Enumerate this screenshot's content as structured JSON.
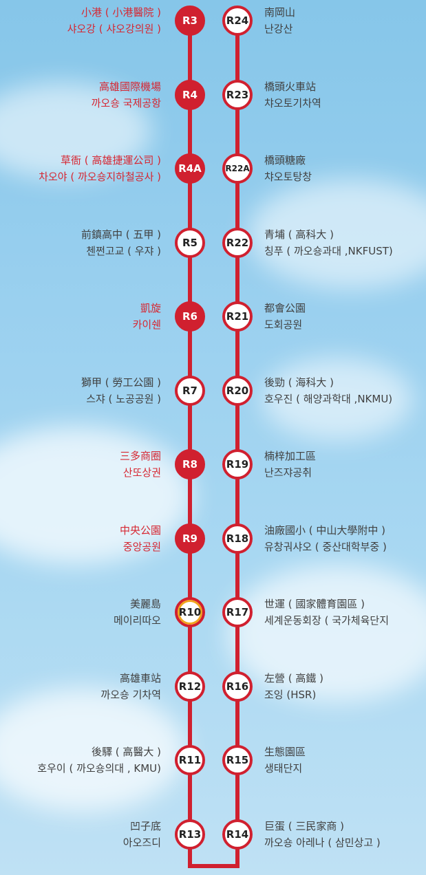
{
  "colors": {
    "line": "#d0202f",
    "label_red": "#d62732",
    "label_dark": "#404040",
    "transfer_ring": "#f0a51c"
  },
  "left_stations": [
    {
      "code": "R3",
      "name": "小港 ( 小港醫院 )",
      "korean": "샤오강 ( 샤오강의원 )",
      "style": "filled",
      "label_color": "red"
    },
    {
      "code": "R4",
      "name": "高雄國際機場",
      "korean": "까오숑 국제공항",
      "style": "filled",
      "label_color": "red"
    },
    {
      "code": "R4A",
      "name": "草衙 ( 高雄捷運公司 )",
      "korean": "차오야 ( 까오숑지하철공사 )",
      "style": "filled",
      "label_color": "red"
    },
    {
      "code": "R5",
      "name": "前鎮高中 ( 五甲 )",
      "korean": "첸쩐고교 ( 우쟈 )",
      "style": "hollow",
      "label_color": "dark"
    },
    {
      "code": "R6",
      "name": "凱旋",
      "korean": "카이쉔",
      "style": "filled",
      "label_color": "red"
    },
    {
      "code": "R7",
      "name": "獅甲 ( 勞工公園 )",
      "korean": "스쟈 ( 노공공원 )",
      "style": "hollow",
      "label_color": "dark"
    },
    {
      "code": "R8",
      "name": "三多商圈",
      "korean": "산또상권",
      "style": "filled",
      "label_color": "red"
    },
    {
      "code": "R9",
      "name": "中央公園",
      "korean": "중앙공원",
      "style": "filled",
      "label_color": "red"
    },
    {
      "code": "R10",
      "name": "美麗島",
      "korean": "메이리따오",
      "style": "special",
      "label_color": "dark"
    },
    {
      "code": "R12",
      "name": "高雄車站",
      "korean": "까오숑 기차역",
      "style": "hollow",
      "label_color": "dark"
    },
    {
      "code": "R11",
      "name": "後驛 ( 高醫大 )",
      "korean": "호우이 ( 까오숑의대 , KMU)",
      "style": "hollow",
      "label_color": "dark"
    },
    {
      "code": "R13",
      "name": "凹子底",
      "korean": "아오즈디",
      "style": "hollow",
      "label_color": "dark"
    }
  ],
  "right_stations": [
    {
      "code": "R24",
      "name": "南岡山",
      "korean": "난강산",
      "style": "hollow",
      "label_color": "dark"
    },
    {
      "code": "R23",
      "name": "橋頭火車站",
      "korean": "챠오토기차역",
      "style": "hollow",
      "label_color": "dark"
    },
    {
      "code": "R22A",
      "name": "橋頭糖廠",
      "korean": "챠오토탕창",
      "style": "hollow",
      "label_color": "dark"
    },
    {
      "code": "R22",
      "name": "青埔 ( 高科大 )",
      "korean": "칭푸 ( 까오숑과대 ,NKFUST)",
      "style": "hollow",
      "label_color": "dark"
    },
    {
      "code": "R21",
      "name": "都會公園",
      "korean": "도회공원",
      "style": "hollow",
      "label_color": "dark"
    },
    {
      "code": "R20",
      "name": "後勁 ( 海科大 )",
      "korean": "호우진 ( 해양과학대 ,NKMU)",
      "style": "hollow",
      "label_color": "dark"
    },
    {
      "code": "R19",
      "name": "楠梓加工區",
      "korean": "난즈쟈공취",
      "style": "hollow",
      "label_color": "dark"
    },
    {
      "code": "R18",
      "name": "油廠國小 ( 中山大學附中 )",
      "korean": "유창궈샤오 ( 중산대학부중 )",
      "style": "hollow",
      "label_color": "dark"
    },
    {
      "code": "R17",
      "name": "世運 ( 國家體育園區 )",
      "korean": "세계운동회장 ( 국가체육단지",
      "style": "hollow",
      "label_color": "dark"
    },
    {
      "code": "R16",
      "name": "左營 ( 高鐵 )",
      "korean": "조잉 (HSR)",
      "style": "hollow",
      "label_color": "dark"
    },
    {
      "code": "R15",
      "name": "生態園區",
      "korean": "생태단지",
      "style": "hollow",
      "label_color": "dark"
    },
    {
      "code": "R14",
      "name": "巨蛋 ( 三民家商 )",
      "korean": "까오숑 아레나 ( 삼민상고 )",
      "style": "hollow",
      "label_color": "dark"
    }
  ]
}
